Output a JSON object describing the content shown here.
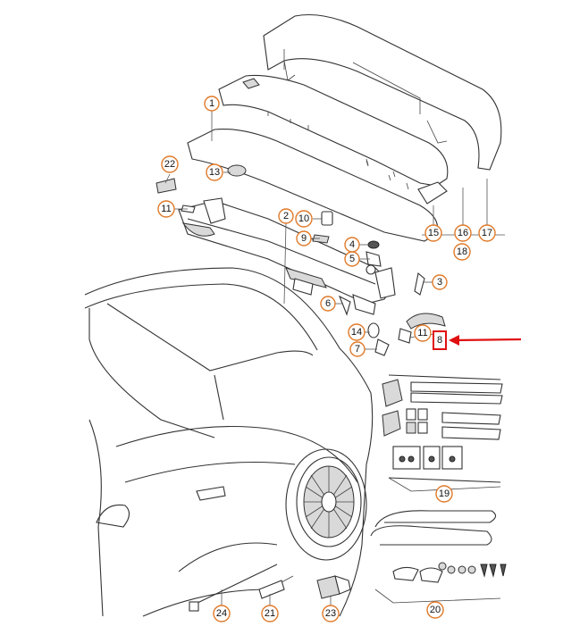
{
  "diagram": {
    "callouts": [
      {
        "id": "c1",
        "label": "1"
      },
      {
        "id": "c2",
        "label": "2"
      },
      {
        "id": "c3",
        "label": "3"
      },
      {
        "id": "c4",
        "label": "4"
      },
      {
        "id": "c5",
        "label": "5"
      },
      {
        "id": "c6",
        "label": "6"
      },
      {
        "id": "c7",
        "label": "7"
      },
      {
        "id": "c9",
        "label": "9"
      },
      {
        "id": "c10",
        "label": "10"
      },
      {
        "id": "c11a",
        "label": "11"
      },
      {
        "id": "c11b",
        "label": "11"
      },
      {
        "id": "c13",
        "label": "13"
      },
      {
        "id": "c14",
        "label": "14"
      },
      {
        "id": "c15",
        "label": "15"
      },
      {
        "id": "c16",
        "label": "16"
      },
      {
        "id": "c17",
        "label": "17"
      },
      {
        "id": "c18",
        "label": "18"
      },
      {
        "id": "c19",
        "label": "19"
      },
      {
        "id": "c20",
        "label": "20"
      },
      {
        "id": "c21",
        "label": "21"
      },
      {
        "id": "c22",
        "label": "22"
      },
      {
        "id": "c23",
        "label": "23"
      },
      {
        "id": "c24",
        "label": "24"
      }
    ],
    "highlight": {
      "label": "8",
      "color": "#e01010"
    },
    "colors": {
      "callout_ring": "#e07a2a",
      "line": "#333333"
    }
  }
}
